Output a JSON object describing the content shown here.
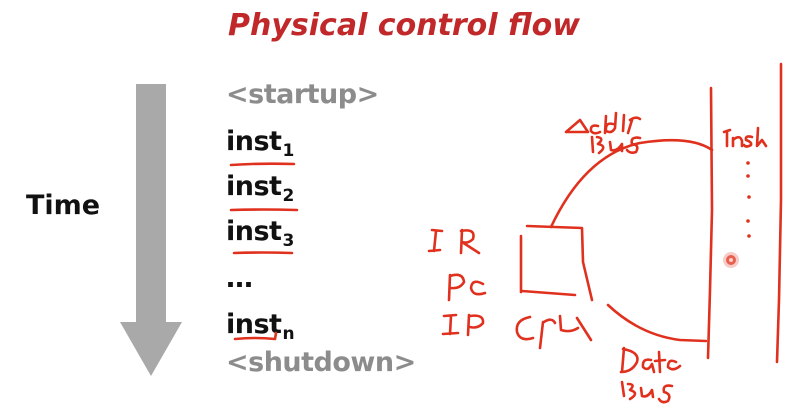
{
  "slide": {
    "title": "Physical control flow",
    "time_axis": {
      "label": "Time",
      "arrow_direction": "down",
      "arrow_color": "#a9a9a9"
    },
    "sequence": [
      {
        "text": "<startup>",
        "kind": "marker",
        "subscript": ""
      },
      {
        "text": "inst",
        "kind": "instruction",
        "subscript": "1",
        "underlined": true
      },
      {
        "text": "inst",
        "kind": "instruction",
        "subscript": "2",
        "underlined": true
      },
      {
        "text": "inst",
        "kind": "instruction",
        "subscript": "3",
        "underlined": true
      },
      {
        "text": "…",
        "kind": "ellipsis",
        "subscript": ""
      },
      {
        "text": "inst",
        "kind": "instruction",
        "subscript": "n",
        "underlined": true
      },
      {
        "text": "<shutdown>",
        "kind": "marker",
        "subscript": ""
      }
    ],
    "colors": {
      "title": "#c0282a",
      "marker_text": "#8c8c8c",
      "instruction_text": "#111111",
      "annotation_ink": "#e0301e"
    }
  },
  "annotations": {
    "registers": [
      "IR",
      "PC",
      "IP"
    ],
    "cpu_label": "CPU",
    "address_bus_label": [
      "Addr",
      "Bus"
    ],
    "data_bus_label": [
      "Data",
      "Bus"
    ],
    "memory_label": "Inst",
    "memory_dots": "⋮",
    "pointer_indicator": "laser-pointer-dot"
  }
}
